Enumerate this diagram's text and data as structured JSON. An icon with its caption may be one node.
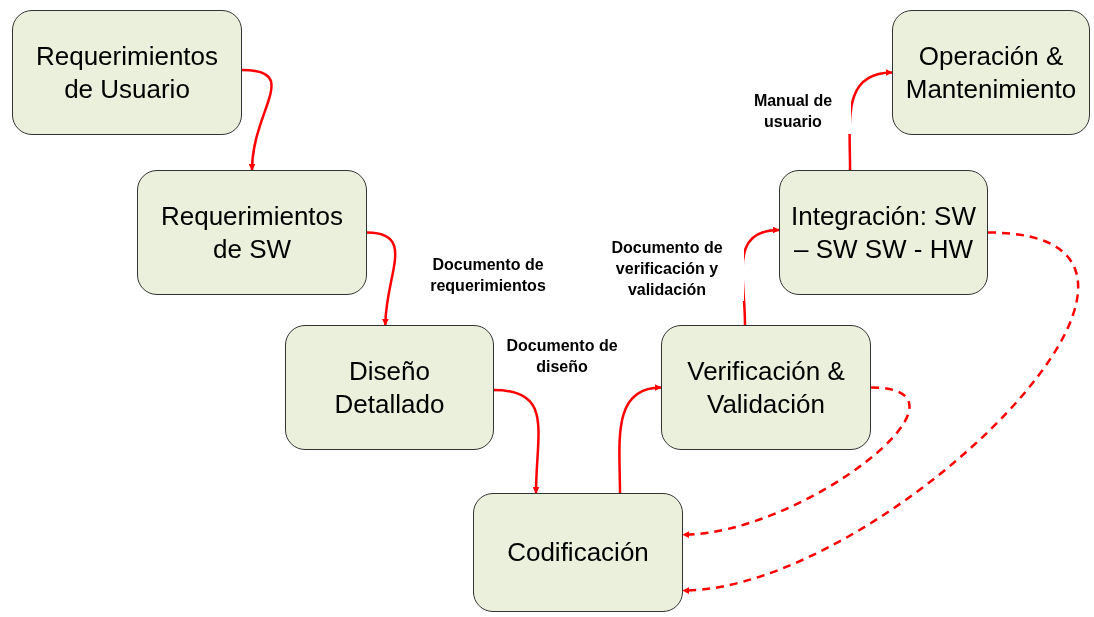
{
  "diagram": {
    "nodes": [
      {
        "text": [
          "Requerimientos de Usuario"
        ]
      },
      {
        "text": [
          "Requerimientos de SW"
        ]
      },
      {
        "text": [
          "Diseño Detallado"
        ]
      },
      {
        "text": [
          "Codificación"
        ]
      },
      {
        "text": [
          "Verificación & Validación"
        ]
      },
      {
        "text": [
          "Integración: SW – SW SW - HW"
        ]
      },
      {
        "text": [
          "Operación & Mantenimiento"
        ]
      }
    ],
    "edges": [
      {
        "from": 0,
        "to": 1,
        "arrow": "to"
      },
      {
        "from": 1,
        "to": 2,
        "arrow": "to",
        "label": "Documento de requerimientos"
      },
      {
        "from": 2,
        "to": 3,
        "arrow": "to",
        "label": "Documento de diseño"
      },
      {
        "from": 3,
        "to": 4,
        "arrow": "to"
      },
      {
        "from": 4,
        "to": 5,
        "arrow": "to",
        "label": "Documento de verificación y validación"
      },
      {
        "from": 5,
        "to": 6,
        "arrow": "to",
        "label": "Manual de usuario"
      },
      {
        "from": 4,
        "to": 3,
        "arrow": "to",
        "style": "dashed"
      },
      {
        "from": 5,
        "to": 3,
        "arrow": "to",
        "style": "dashed"
      }
    ]
  }
}
